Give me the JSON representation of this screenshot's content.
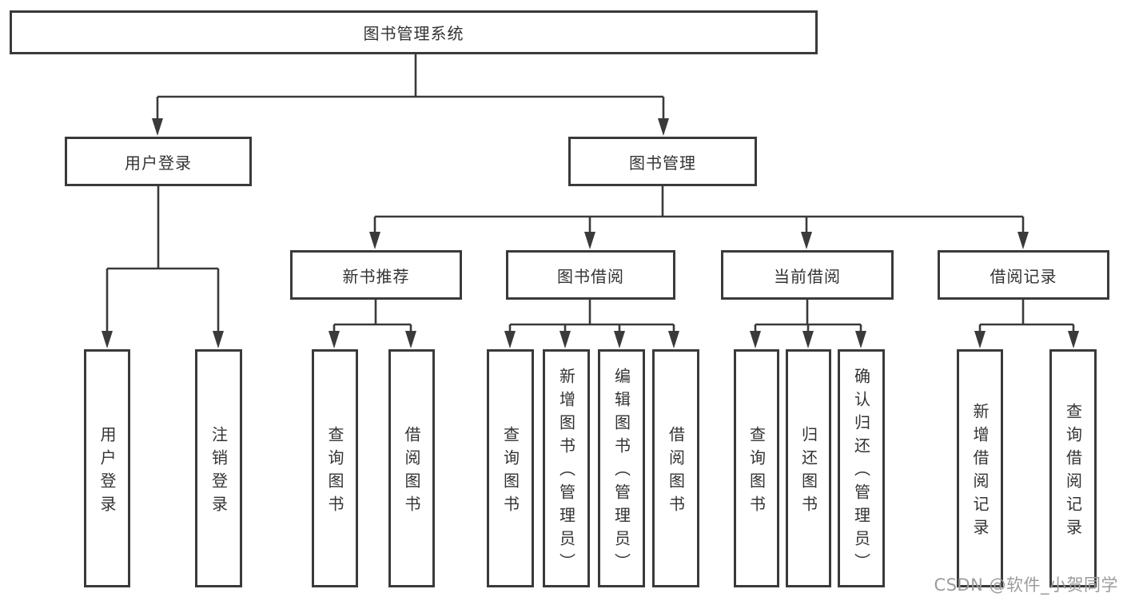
{
  "colors": {
    "line": "#3a3a3a",
    "text": "#333333",
    "watermark_gray": "#9c9c9c",
    "background": "#ffffff"
  },
  "tree": {
    "root": {
      "label": "图书管理系统"
    },
    "branches": [
      {
        "label": "用户登录",
        "children": [
          {
            "label": "用户登录"
          },
          {
            "label": "注销登录"
          }
        ]
      },
      {
        "label": "图书管理",
        "children": [
          {
            "label": "新书推荐",
            "children": [
              {
                "label": "查询图书"
              },
              {
                "label": "借阅图书"
              }
            ]
          },
          {
            "label": "图书借阅",
            "children": [
              {
                "label": "查询图书"
              },
              {
                "label": "新增图书（管理员）"
              },
              {
                "label": "编辑图书（管理员）"
              },
              {
                "label": "借阅图书"
              }
            ]
          },
          {
            "label": "当前借阅",
            "children": [
              {
                "label": "查询图书"
              },
              {
                "label": "归还图书"
              },
              {
                "label": "确认归还（管理员）"
              }
            ]
          },
          {
            "label": "借阅记录",
            "children": [
              {
                "label": "新增借阅记录"
              },
              {
                "label": "查询借阅记录"
              }
            ]
          }
        ]
      }
    ]
  },
  "watermark": {
    "text": "CSDN @软件_小贺同学"
  }
}
